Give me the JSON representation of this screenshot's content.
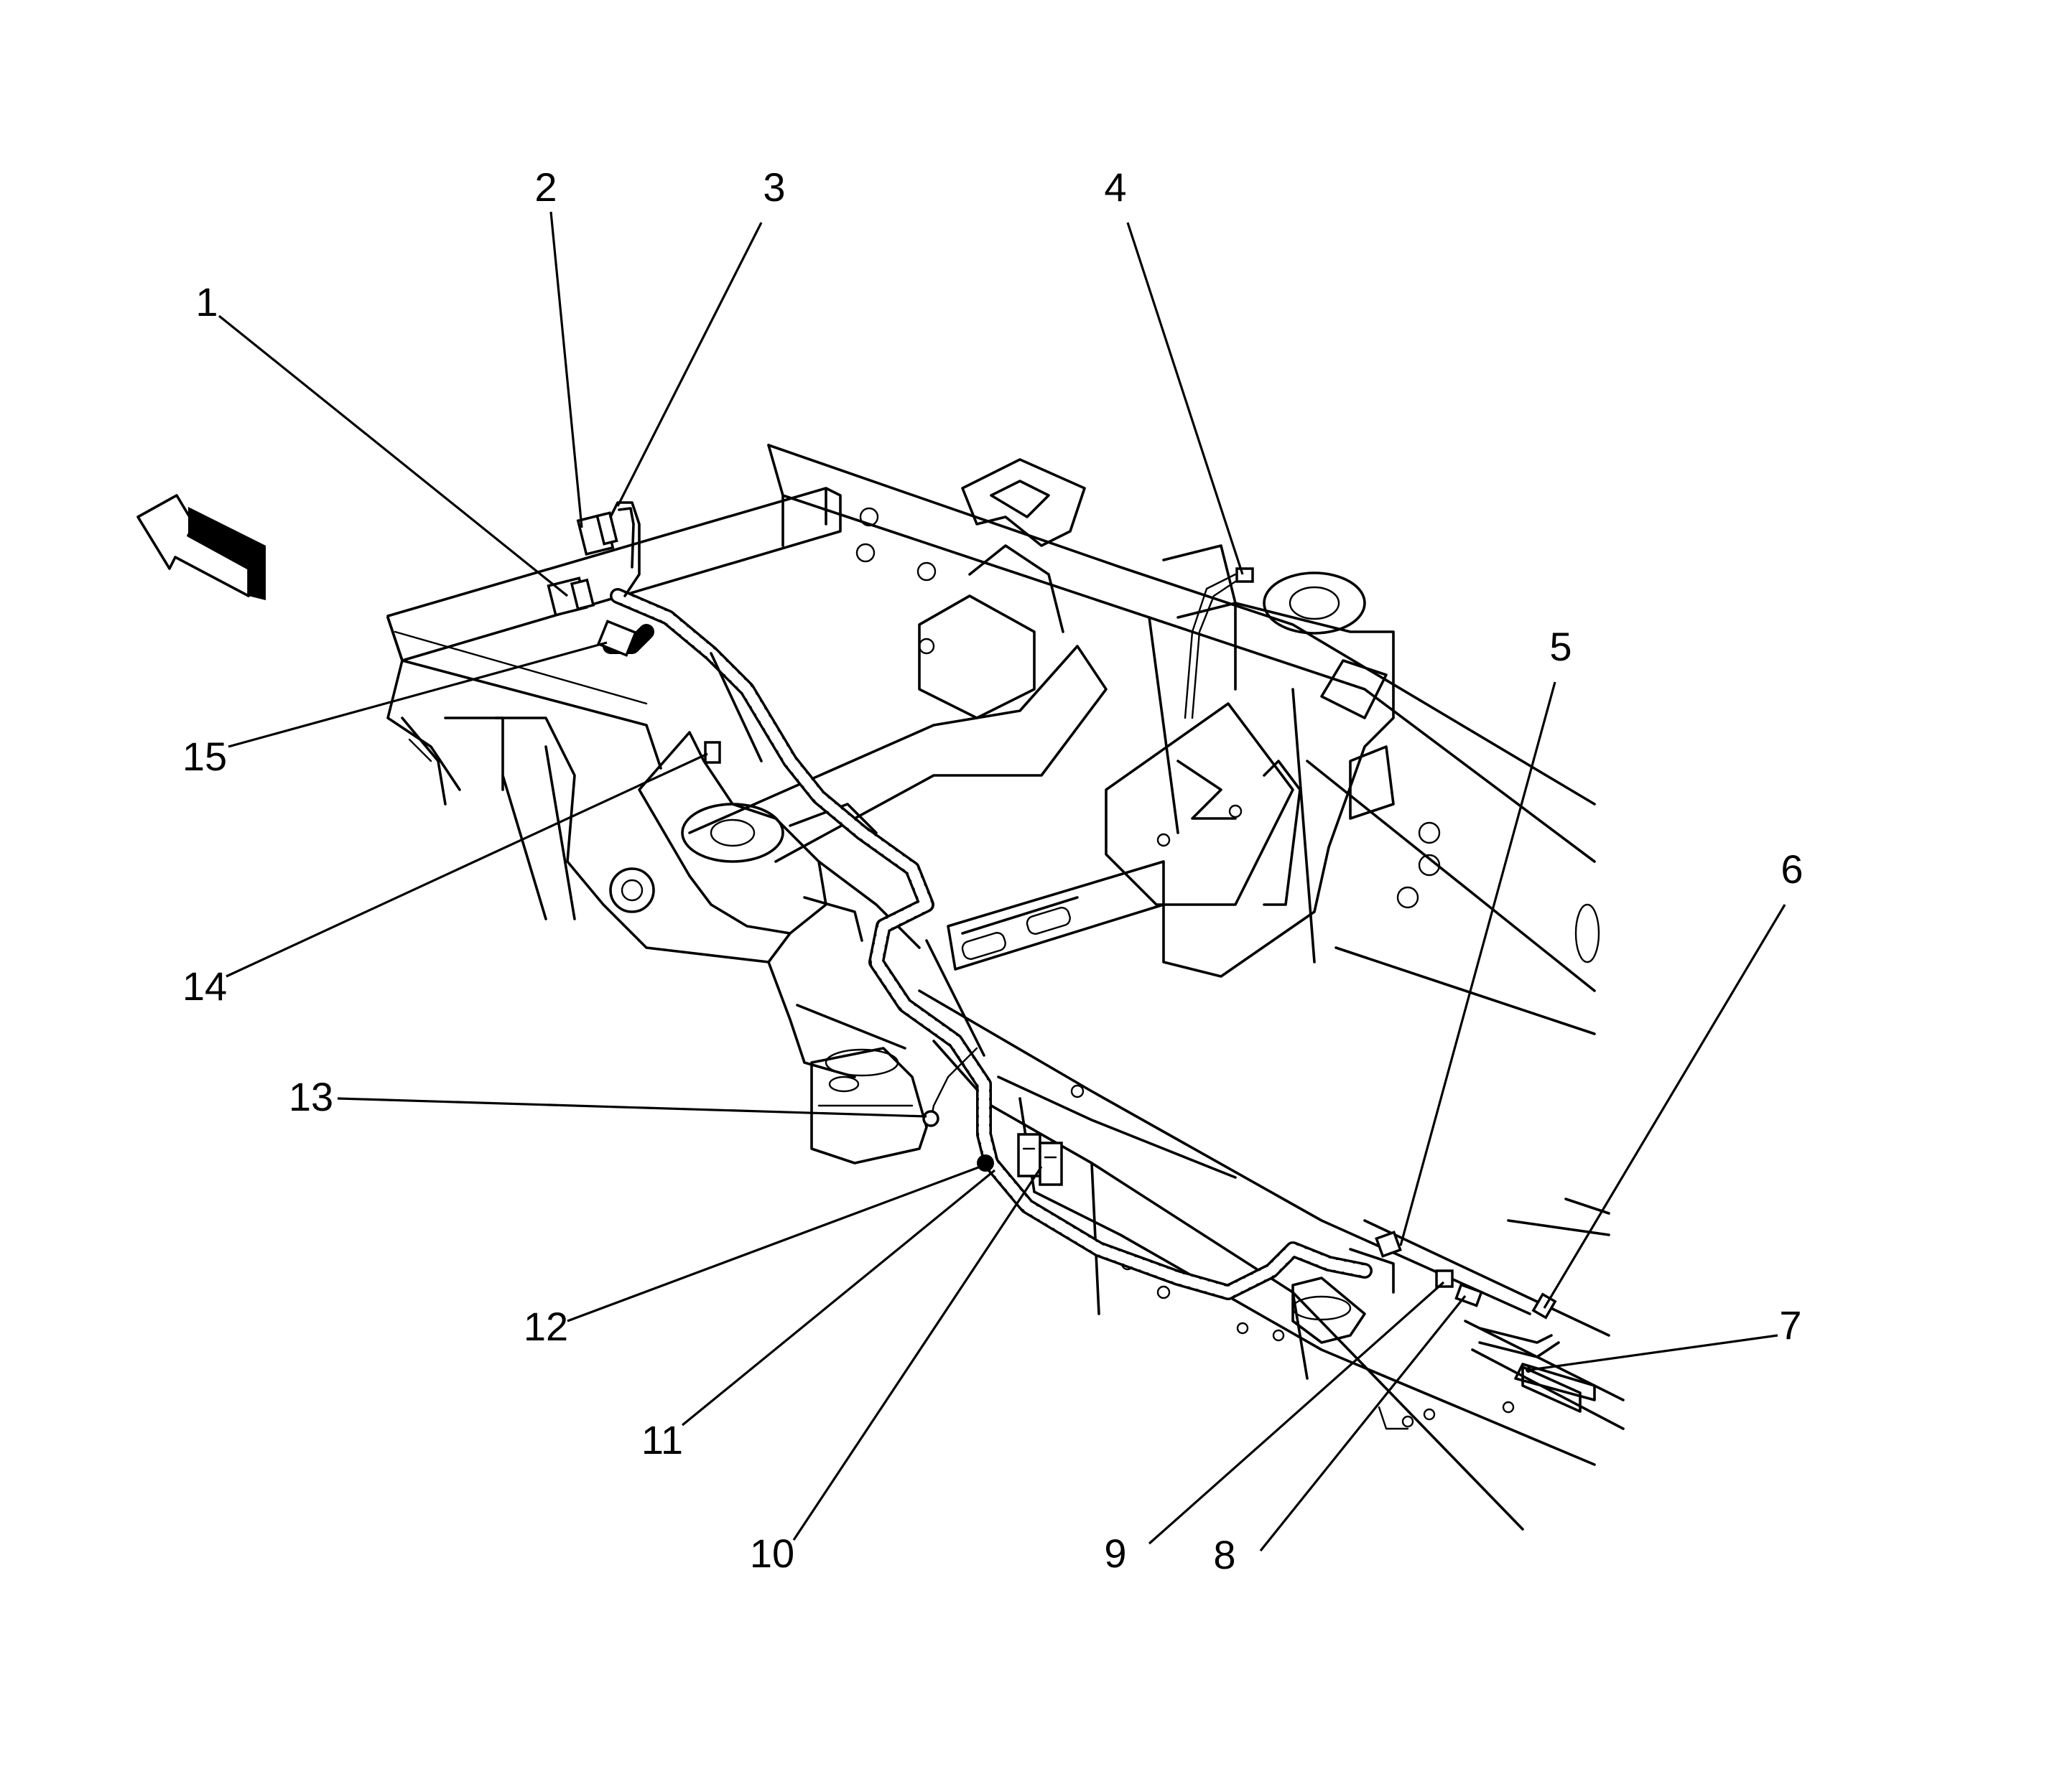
{
  "diagram": {
    "callouts": [
      {
        "id": "1",
        "label": "1"
      },
      {
        "id": "2",
        "label": "2"
      },
      {
        "id": "3",
        "label": "3"
      },
      {
        "id": "4",
        "label": "4"
      },
      {
        "id": "5",
        "label": "5"
      },
      {
        "id": "6",
        "label": "6"
      },
      {
        "id": "7",
        "label": "7"
      },
      {
        "id": "8",
        "label": "8"
      },
      {
        "id": "9",
        "label": "9"
      },
      {
        "id": "10",
        "label": "10"
      },
      {
        "id": "11",
        "label": "11"
      },
      {
        "id": "12",
        "label": "12"
      },
      {
        "id": "13",
        "label": "13"
      },
      {
        "id": "14",
        "label": "14"
      },
      {
        "id": "15",
        "label": "15"
      }
    ],
    "direction_icon": "front-direction-arrow-icon",
    "colors": {
      "line": "#000000",
      "background": "#ffffff"
    }
  }
}
